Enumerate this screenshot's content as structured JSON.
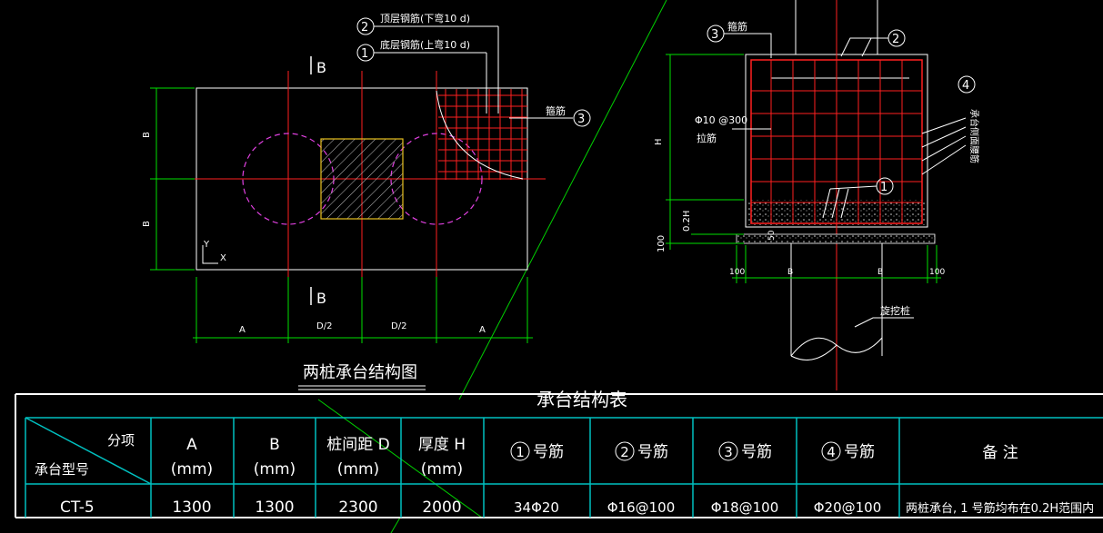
{
  "plan": {
    "section_mark_top": "B",
    "section_mark_bottom": "B",
    "dim_left_top": "B",
    "dim_left_bottom": "B",
    "dim_bottom_a_left": "A",
    "dim_bottom_d2_left": "D/2",
    "dim_bottom_d2_right": "D/2",
    "dim_bottom_a_right": "A",
    "axis_y": "Y",
    "axis_x": "X",
    "title": "两桩承台结构图",
    "callout_2_num": "2",
    "callout_2_text": "顶层钢筋(下弯10 d)",
    "callout_1_num": "1",
    "callout_1_text": "底层钢筋(上弯10 d)",
    "callout_3_num": "3",
    "callout_3_text": "箍筋"
  },
  "section": {
    "label_3_num": "3",
    "label_3_text": "箍筋",
    "label_2_num": "2",
    "label_4_num": "4",
    "label_4_text": "承台侧面腰筋",
    "label_1_num": "1",
    "tie_text_1": "Φ10 @300",
    "tie_text_2": "拉筋",
    "dim_h": "H",
    "dim_02h": "0.2H",
    "dim_100_left": "100",
    "dim_50": "50",
    "dim_bottom_100_left": "100",
    "dim_bottom_b_left": "B",
    "dim_bottom_b_right": "B",
    "dim_bottom_100_right": "100",
    "pile_label": "旋挖桩"
  },
  "table": {
    "partial_title": "承台结构表",
    "diag_top": "分项",
    "diag_bottom": "承台型号",
    "headers": [
      {
        "l1": "A",
        "l2": "(mm)"
      },
      {
        "l1": "B",
        "l2": "(mm)"
      },
      {
        "l1": "桩间距 D",
        "l2": "(mm)"
      },
      {
        "l1": "厚度 H",
        "l2": "(mm)"
      },
      {
        "num": "1",
        "l1": "号筋"
      },
      {
        "num": "2",
        "l1": "号筋"
      },
      {
        "num": "3",
        "l1": "号筋"
      },
      {
        "num": "4",
        "l1": "号筋"
      },
      {
        "l1": "备  注"
      }
    ],
    "row": [
      "CT-5",
      "1300",
      "1300",
      "2300",
      "2000",
      "34Φ20",
      "Φ16@100",
      "Φ18@100",
      "Φ20@100",
      "两桩承台, 1 号筋均布在0.2H范围内"
    ]
  },
  "colors": {
    "background": "#000000",
    "outline": "#ffffff",
    "axis_red": "#ff2020",
    "dimension_green": "#00e000",
    "pile_magenta": "#e040e0",
    "column_yellow": "#e8c020",
    "table_cyan": "#00c0c0"
  }
}
